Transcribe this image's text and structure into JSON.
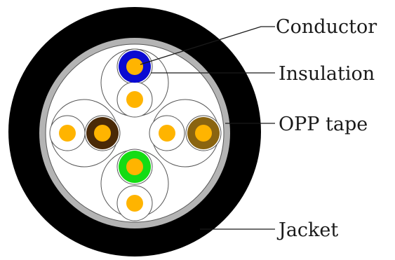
{
  "labels": {
    "conductor": "Conductor",
    "insulation": "Insulation",
    "opp_tape": "OPP tape",
    "jacket": "Jacket"
  },
  "colors": {
    "jacket": "#000000",
    "opp_tape": "#b4b4b4",
    "core_fill": "#ffffff",
    "conductor": "#ffb400",
    "pair_outline": "#555555",
    "insulation_blue": "#0a0ad2",
    "insulation_brown": "#4a2a08",
    "insulation_green": "#14dc14",
    "insulation_olive": "#8a6410"
  }
}
